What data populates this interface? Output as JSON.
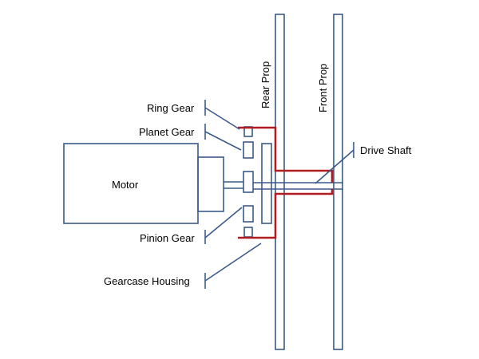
{
  "labels": {
    "ring_gear": "Ring Gear",
    "planet_gear": "Planet Gear",
    "pinion_gear": "Pinion Gear",
    "gearcase_housing": "Gearcase Housing",
    "motor": "Motor",
    "drive_shaft": "Drive Shaft",
    "rear_prop": "Rear Prop",
    "front_prop": "Front Prop"
  },
  "colors": {
    "outline": "#3b5a8c",
    "housing": "#b01c20",
    "text": "#000000",
    "background": "#ffffff"
  }
}
